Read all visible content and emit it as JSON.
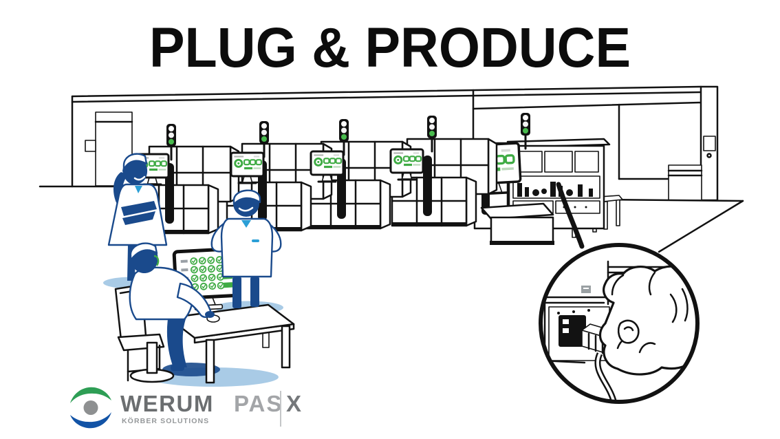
{
  "title": "PLUG & PRODUCE",
  "brand": {
    "name": "WERUM",
    "subtitle": "KÖRBER SOLUTIONS",
    "product_left": "PAS",
    "product_right": "X"
  },
  "colors": {
    "ink": "#121212",
    "navy": "#1a4a8c",
    "sky": "#a9cbe6",
    "cyan": "#2b9fd6",
    "green": "#3fab44",
    "light_green": "#49bb4e",
    "brand_green": "#2e9e55",
    "brand_blue": "#1253a6",
    "brand_gray": "#8e9091",
    "text_gray": "#6b6e70"
  },
  "scene": {
    "machine_count": 5,
    "andon_lights": {
      "count": 5,
      "status": "green"
    },
    "machine_screens": {
      "count": 5,
      "status": "green"
    },
    "control_screen": {
      "rows": 4,
      "checks_per_row": 4,
      "status": "green"
    },
    "workers": 3
  }
}
